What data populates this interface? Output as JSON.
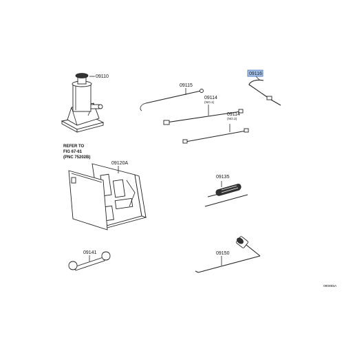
{
  "parts": {
    "jack": "09110",
    "jack_handle": "09115",
    "handle_ext_1": "09114",
    "handle_ext_1_note": "(NO.1)",
    "handle_ext_2": "09114",
    "handle_ext_2_note": "(NO.2)",
    "hook_rod": "09116",
    "tool_bag": "09120A",
    "screwdriver": "09135",
    "wrench": "09141",
    "wheel_wrench": "09150"
  },
  "note": {
    "line1": "REFER TO",
    "line2": "FIG 67-61",
    "line3": "(PNC 75202B)"
  },
  "figure_id": "090865A",
  "colors": {
    "highlight": "#a9c6ec",
    "highlight_border": "#3a6db5"
  }
}
